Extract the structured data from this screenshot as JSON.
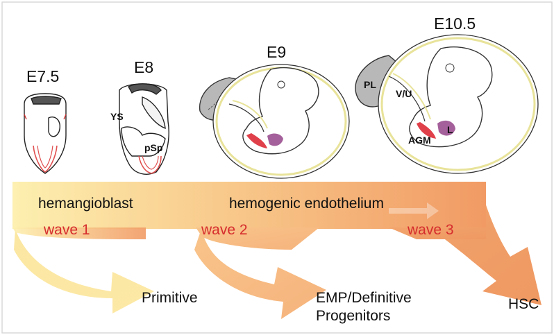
{
  "stages": {
    "e75": "E7.5",
    "e8": "E8",
    "e9": "E9",
    "e105": "E10.5"
  },
  "anatomy": {
    "ys": "YS",
    "psp": "pSp",
    "pl": "PL",
    "vu": "V/U",
    "agm": "AGM",
    "l": "L"
  },
  "band": {
    "hemangioblast": "hemangioblast",
    "hemogenic": "hemogenic endothelium"
  },
  "waves": {
    "wave1": "wave 1",
    "wave2": "wave 2",
    "wave3": "wave 3"
  },
  "outcomes": {
    "primitive": "Primitive",
    "emp_line1": "EMP/Definitive",
    "emp_line2": "Progenitors",
    "hsc": "HSC"
  },
  "colors": {
    "wave_text": "#d62d2d",
    "band_start": "#fbe9a0",
    "band_end": "#f0a36c",
    "yolk_sac_outline": "#e8e39a",
    "placenta": "#b8b8b8",
    "hemogenic_red": "#e0404a",
    "liver_purple": "#a4609a"
  }
}
